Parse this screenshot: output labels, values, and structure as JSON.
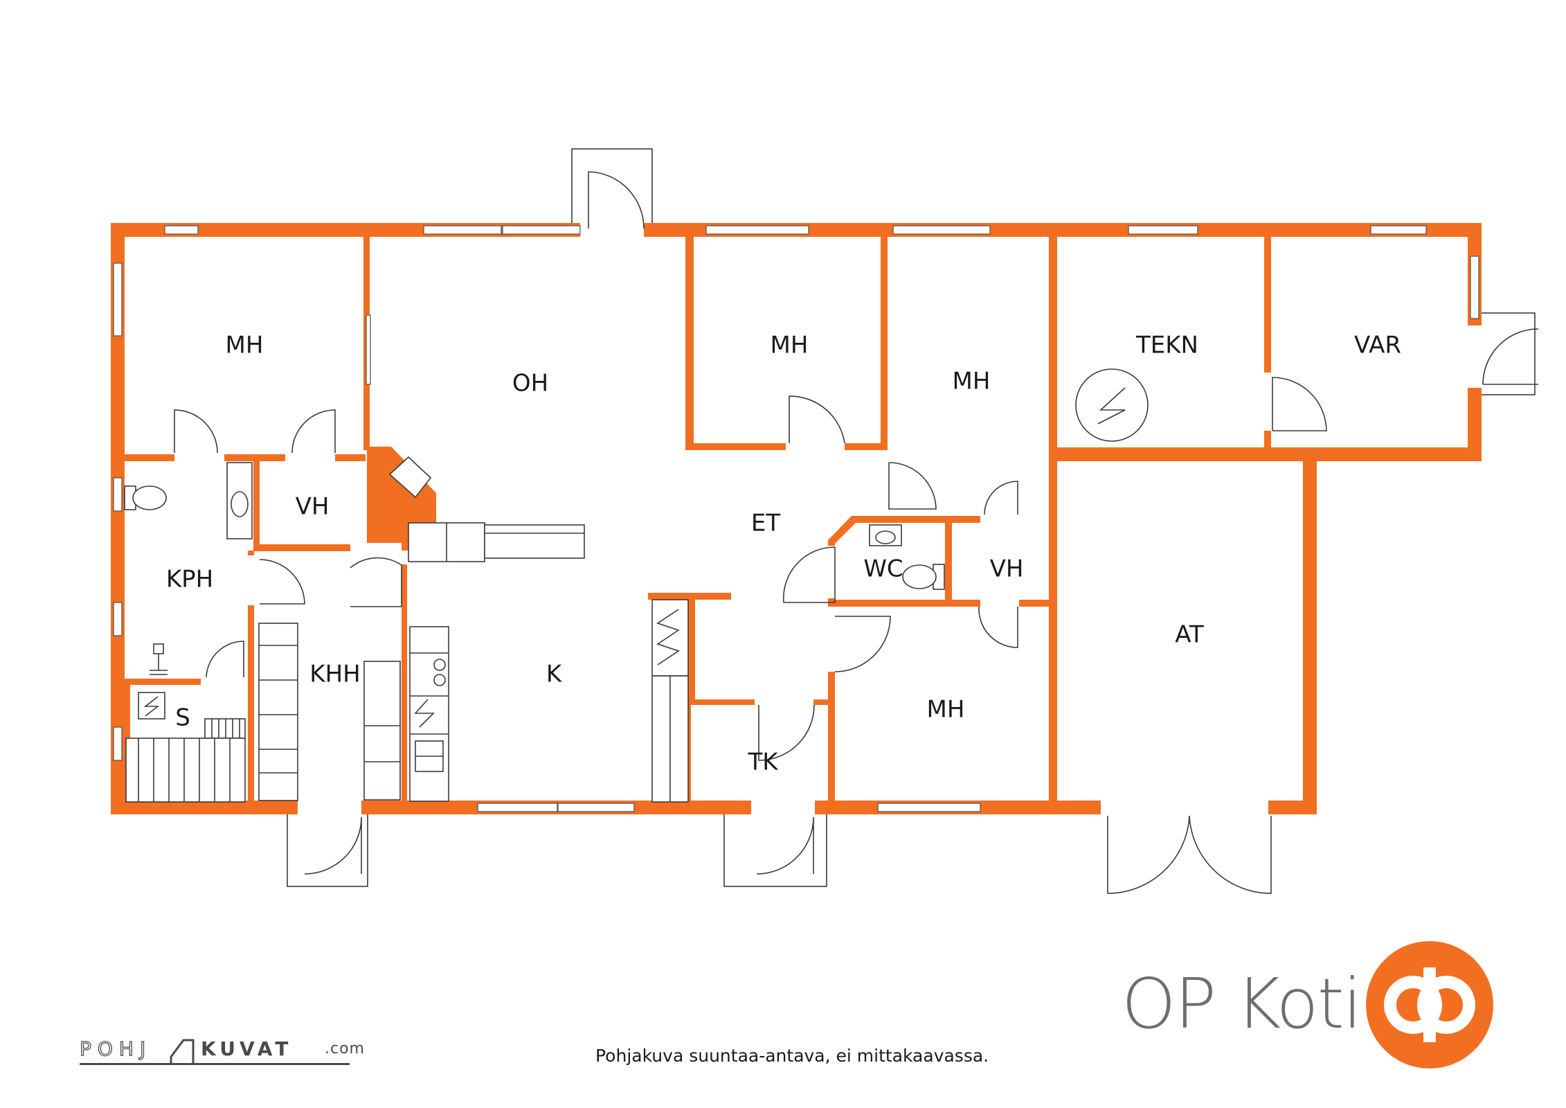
{
  "rooms": {
    "mh1": "MH",
    "oh": "OH",
    "mh2": "MH",
    "mh3": "MH",
    "tekn": "TEKN",
    "var": "VAR",
    "vh1": "VH",
    "kph": "KPH",
    "s": "S",
    "khh": "KHH",
    "k": "K",
    "et": "ET",
    "wc": "WC",
    "vh2": "VH",
    "tk": "TK",
    "mh4": "MH",
    "at": "AT"
  },
  "brand": {
    "name": "OP Koti",
    "logo_icon": "op-logo-icon",
    "accent_color": "#f26f21"
  },
  "footer": {
    "disclaimer": "Pohjakuva suuntaa-antava, ei mittakaavassa.",
    "vendor_part1": "POHJ",
    "vendor_part2": "KUVAT",
    "vendor_part3": ".com"
  },
  "colors": {
    "wall": "#f26f21",
    "text": "#1a1a1a",
    "brand_gray": "#6d6e71"
  }
}
